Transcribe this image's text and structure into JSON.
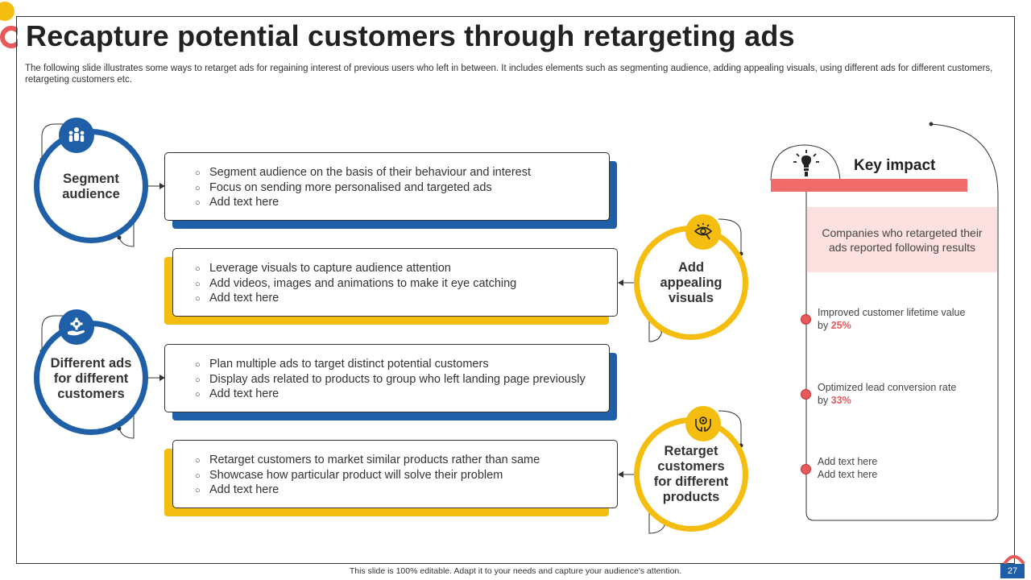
{
  "slide": {
    "title": "Recapture potential customers through retargeting ads",
    "subtitle": "The following slide illustrates some ways to retarget ads for regaining interest of previous users who left in between. It includes elements such as segmenting audience, adding appealing visuals, using different ads for different customers, retargeting customers etc.",
    "footer": "This slide is 100% editable.  Adapt it to your needs and capture your audience's attention.",
    "page_number": "27"
  },
  "colors": {
    "blue": "#1f5fa8",
    "yellow": "#f5bd0f",
    "red": "#f26b6b",
    "pink_bg": "#fde0e0"
  },
  "items": [
    {
      "label": "Segment audience",
      "icon": "people-group-icon",
      "bullet": "○",
      "bullets": [
        "Segment audience on the basis of their behaviour and interest",
        "Focus on sending more personalised and targeted ads",
        "Add text here"
      ]
    },
    {
      "label": "Add appealing visuals",
      "icon": "eye-search-icon",
      "bullet": "○",
      "bullets": [
        "Leverage visuals to capture audience attention",
        "Add videos, images and animations to make it eye catching",
        "Add text here"
      ]
    },
    {
      "label": "Different ads for different customers",
      "icon": "gear-hand-icon",
      "bullet": "○",
      "bullets": [
        "Plan multiple ads to target distinct potential customers",
        "Display ads related to products to group who left landing page previously",
        "Add text here"
      ]
    },
    {
      "label": "Retarget customers for different products",
      "icon": "hands-target-icon",
      "bullet": "○",
      "bullets": [
        "Retarget customers to market similar products rather than same",
        "Showcase how particular product will solve their problem",
        "Add text here"
      ]
    }
  ],
  "key_impact": {
    "title": "Key impact",
    "icon": "lightbulb-icon",
    "intro": "Companies who retargeted their ads reported following results",
    "results": [
      {
        "text": "Improved  customer lifetime value",
        "by": "by",
        "value": "25%"
      },
      {
        "text": "Optimized lead conversion  rate",
        "by": "by",
        "value": "33%"
      },
      {
        "line1": "Add text here",
        "line2": "Add text here"
      }
    ]
  }
}
